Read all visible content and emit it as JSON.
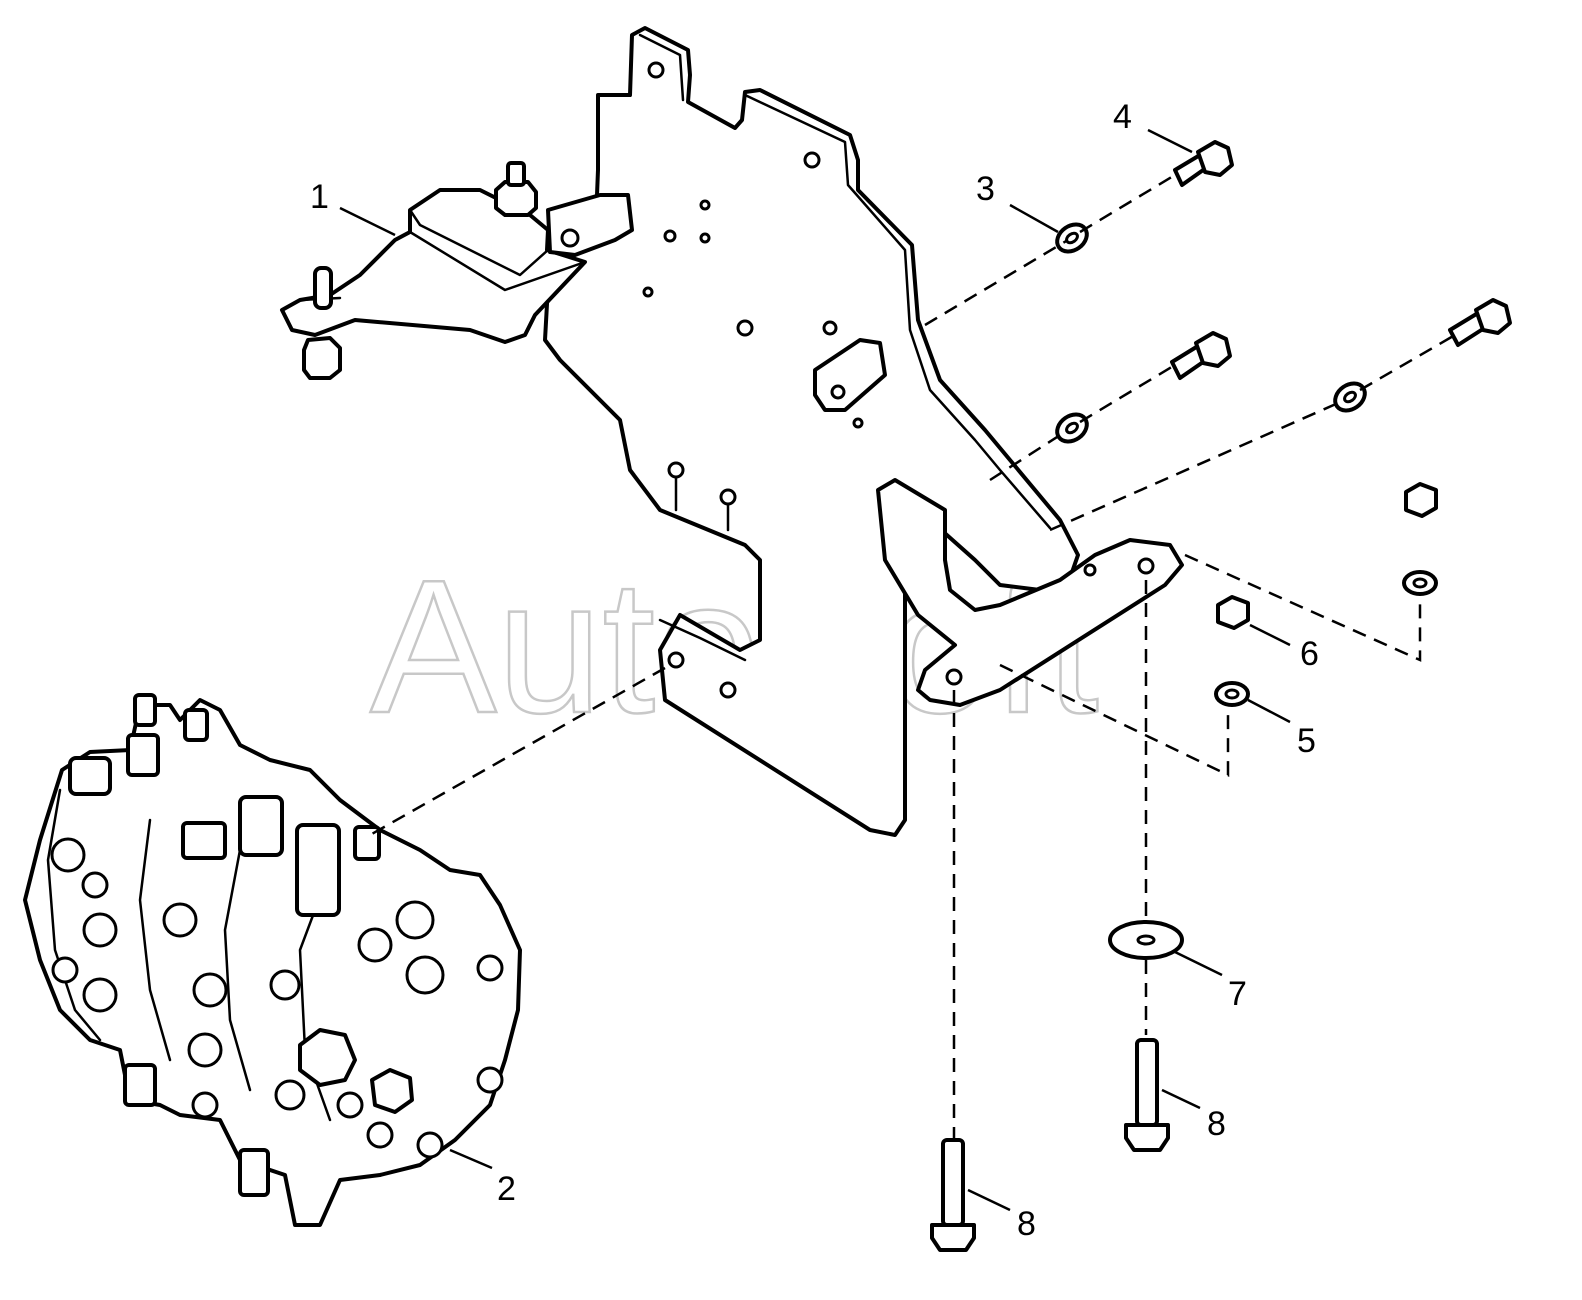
{
  "watermark": "AutoSoft",
  "callouts": {
    "c1": "1",
    "c2": "2",
    "c3": "3",
    "c4": "4",
    "c5": "5",
    "c6": "6",
    "c7": "7",
    "c8a": "8",
    "c8b": "8"
  },
  "parts": [
    {
      "id": "1",
      "name": "mounting-bracket"
    },
    {
      "id": "2",
      "name": "control-valve"
    },
    {
      "id": "3",
      "name": "washer"
    },
    {
      "id": "4",
      "name": "bolt"
    },
    {
      "id": "5",
      "name": "washer"
    },
    {
      "id": "6",
      "name": "nut"
    },
    {
      "id": "7",
      "name": "washer"
    },
    {
      "id": "8",
      "name": "bolt"
    }
  ]
}
